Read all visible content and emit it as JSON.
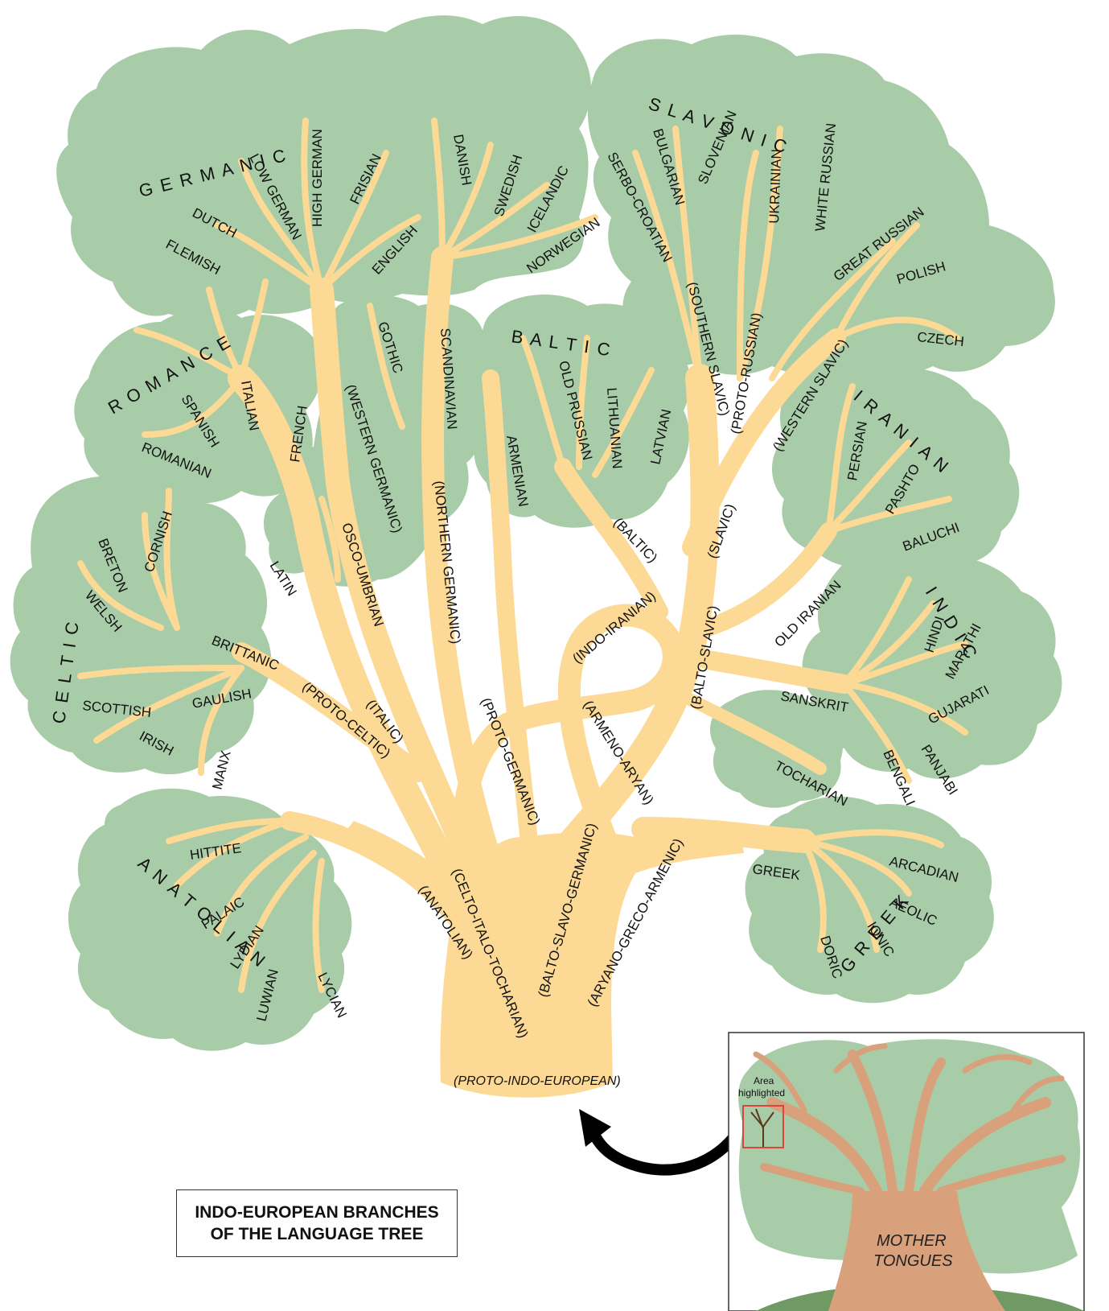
{
  "title": {
    "line1": "INDO-EUROPEAN BRANCHES",
    "line2": "OF THE LANGUAGE TREE"
  },
  "colors": {
    "foliage": "#a8cca8",
    "branch": "#fcd994",
    "inset_trunk": "#d9a07c",
    "inset_ground": "#6f9a63",
    "arrow": "#000000",
    "highlight": "#d8463d"
  },
  "groups": {
    "germanic": "G E R M A N I C",
    "slavonic": "S L A V O N I C",
    "romance": "R O M A N C E",
    "baltic": "B A L T I C",
    "iranian": "I R A N I A N",
    "celtic": "C E L T I C",
    "indic": "I N D I C",
    "anatolian": "A N A T O L I A N",
    "greek": "G R E E K"
  },
  "languages": {
    "flemish": "FLEMISH",
    "dutch": "DUTCH",
    "low_german": "LOW GERMAN",
    "high_german": "HIGH GERMAN",
    "frisian": "FRISIAN",
    "english": "ENGLISH",
    "danish": "DANISH",
    "swedish": "SWEDISH",
    "icelandic": "ICELANDIC",
    "norwegian": "NORWEGIAN",
    "gothic": "GOTHIC",
    "serbo_croatian": "SERBO-CROATIAN",
    "bulgarian": "BULGARIAN",
    "slovenian": "SLOVENIAN",
    "ukrainian": "UKRAINIAN",
    "white_russian": "WHITE RUSSIAN",
    "great_russian": "GREAT RUSSIAN",
    "polish": "POLISH",
    "czech": "CZECH",
    "old_prussian": "OLD PRUSSIAN",
    "lithuanian": "LITHUANIAN",
    "latvian": "LATVIAN",
    "armenian": "ARMENIAN",
    "spanish": "SPANISH",
    "italian": "ITALIAN",
    "french": "FRENCH",
    "romanian": "ROMANIAN",
    "latin": "LATIN",
    "osco_umbrian": "OSCO-UMBRIAN",
    "breton": "BRETON",
    "cornish": "CORNISH",
    "welsh": "WELSH",
    "brittanic": "BRITTANIC",
    "gaulish": "GAULISH",
    "scottish": "SCOTTISH",
    "irish": "IRISH",
    "manx": "MANX",
    "persian": "PERSIAN",
    "pashto": "PASHTO",
    "baluchi": "BALUCHI",
    "old_iranian": "OLD IRANIAN",
    "hindi": "HINDI",
    "marathi": "MARATHI",
    "gujarati": "GUJARATI",
    "sanskrit": "SANSKRIT",
    "panjabi": "PANJABI",
    "bengali": "BENGALI",
    "tocharian": "TOCHARIAN",
    "greek": "GREEK",
    "arcadian": "ARCADIAN",
    "aeolic": "AEOLIC",
    "ionic": "IONIC",
    "doric": "DORIC",
    "hittite": "HITTITE",
    "palaic": "PALAIC",
    "lydian": "LYDIAN",
    "luwian": "LUWIAN",
    "lycian": "LYCIAN"
  },
  "protos": {
    "western_germanic": "(WESTERN GERMANIC)",
    "scandinavian": "SCANDINAVIAN",
    "northern_germanic": "(NORTHERN GERMANIC)",
    "southern_slavic": "(SOUTHERN SLAVIC)",
    "proto_russian": "(PROTO-RUSSIAN)",
    "western_slavic": "(WESTERN SLAVIC)",
    "baltic": "(BALTIC)",
    "slavic": "(SLAVIC)",
    "balto_slavic": "(BALTO-SLAVIC)",
    "indo_iranian": "(INDO-IRANIAN)",
    "armeno_aryan": "(ARMENO-ARYAN)",
    "italic": "(ITALIC)",
    "proto_celtic": "(PROTO-CELTIC)",
    "proto_germanic": "(PROTO-GERMANIC)",
    "celto_italo_tocharian": "(CELTO-ITALO-TOCHARIAN)",
    "balto_slavo_germanic": "(BALTO-SLAVO-GERMANIC)",
    "aryano_greco_armenic": "(ARYANO-GRECO-ARMENIC)",
    "anatolian": "(ANATOLIAN)",
    "proto_indo_european": "(PROTO-INDO-EUROPEAN)"
  },
  "inset": {
    "note_line1": "Area",
    "note_line2": "highlighted",
    "mother_line1": "MOTHER",
    "mother_line2": "TONGUES"
  }
}
